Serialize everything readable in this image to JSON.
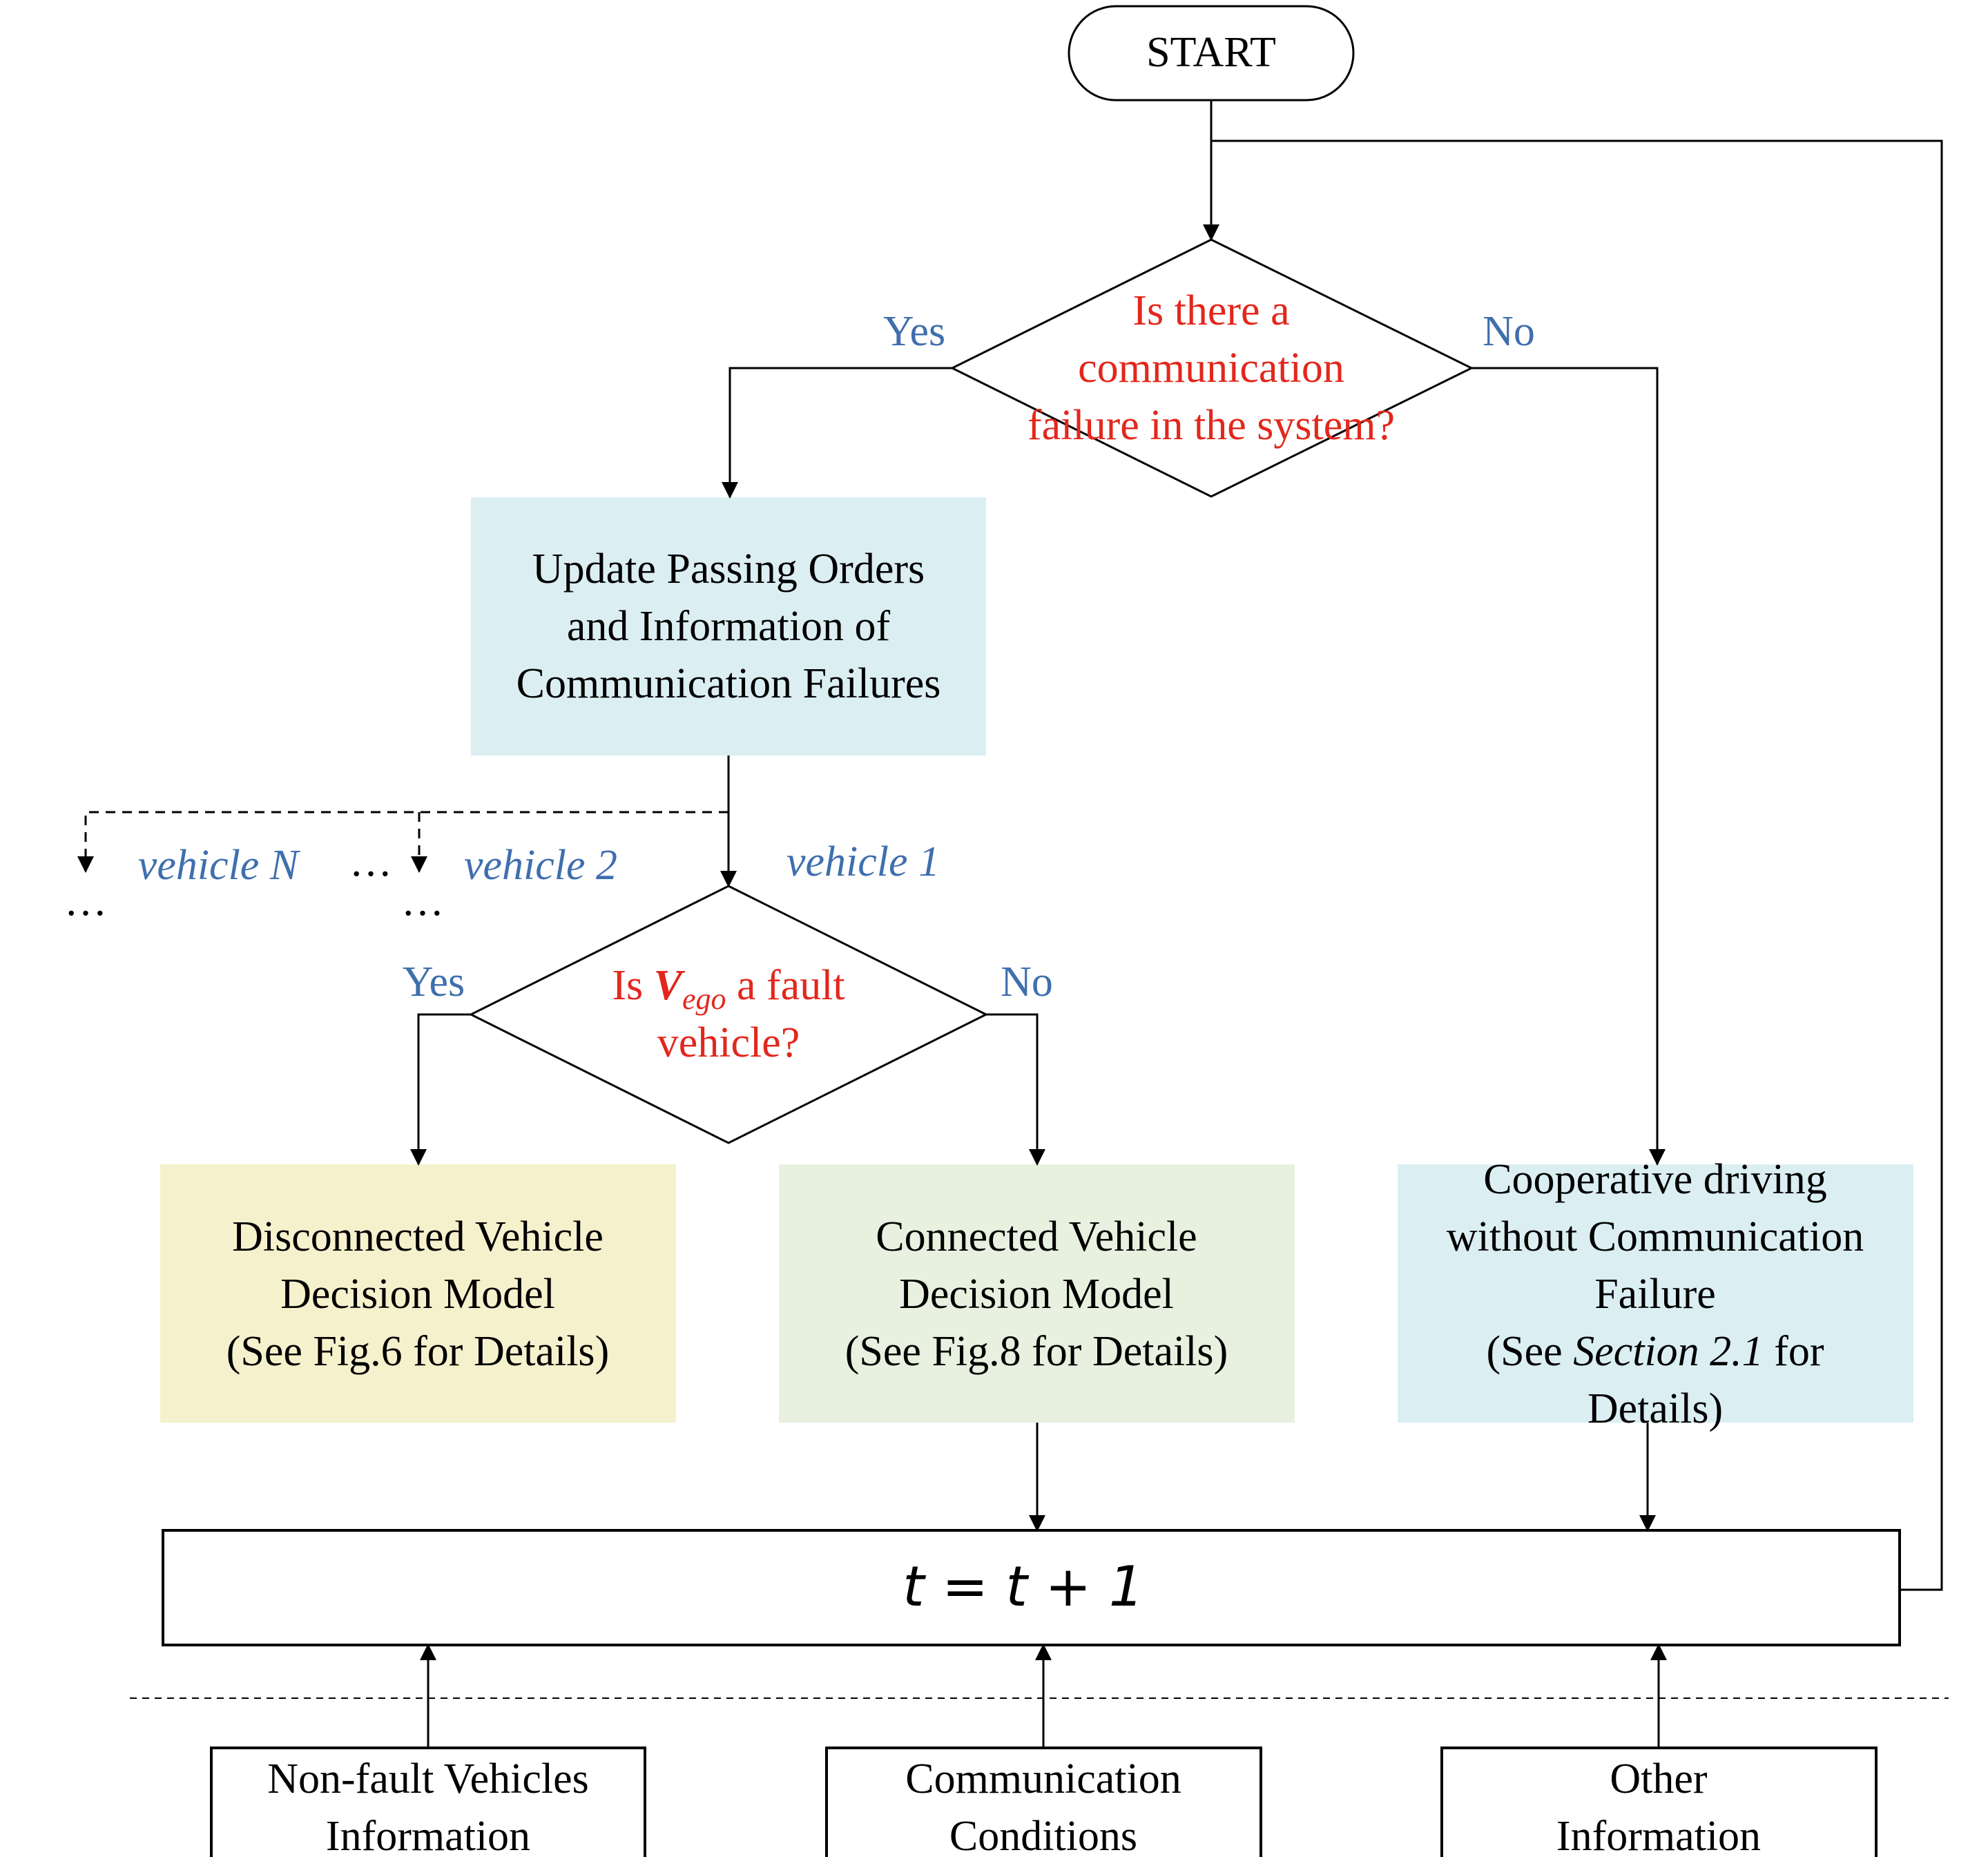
{
  "start": {
    "label": "START"
  },
  "decision1": {
    "lines": [
      "Is there a",
      "communication",
      "failure in the system?"
    ],
    "yes": "Yes",
    "no": "No"
  },
  "update_box": {
    "lines": [
      "Update Passing Orders",
      "and Information of",
      "Communication Failures"
    ]
  },
  "vehicles": {
    "v1": "vehicle 1",
    "v2": "vehicle 2",
    "vN": "vehicle N",
    "ellipsis": "…"
  },
  "decision2": {
    "is": "Is",
    "v": "V",
    "sub": "ego",
    "rest": "a fault",
    "line2": "vehicle?",
    "yes": "Yes",
    "no": "No"
  },
  "disconnected_box": {
    "lines": [
      "Disconnected Vehicle",
      "Decision Model",
      "(See Fig.6 for Details)"
    ]
  },
  "connected_box": {
    "lines": [
      "Connected Vehicle",
      "Decision Model",
      "(See Fig.8 for Details)"
    ]
  },
  "cooperative_box": {
    "lines": [
      "Cooperative driving",
      "without Communication",
      "Failure"
    ],
    "see": "(See",
    "section": "Section 2.1",
    "for": "for",
    "details": "Details)"
  },
  "update_time": {
    "label": "t = t + 1"
  },
  "inputs": {
    "nonfault": [
      "Non-fault Vehicles",
      "Information"
    ],
    "comm": [
      "Communication",
      "Conditions"
    ],
    "other": [
      "Other",
      "Information"
    ]
  },
  "colors": {
    "red_text": "#e3271d",
    "blue_text": "#3f6fad",
    "update_fill": "#dbeff3",
    "disconnected_fill": "#f6f1cd",
    "connected_fill": "#e8f1df",
    "cooperative_fill": "#dbeff3"
  }
}
